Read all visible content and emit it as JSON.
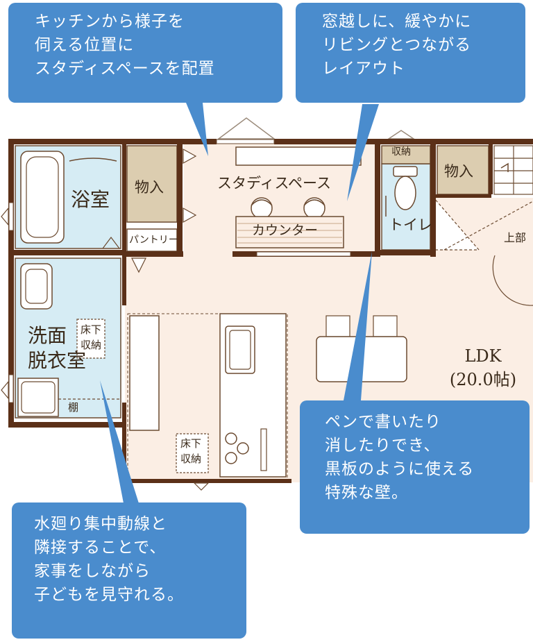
{
  "callouts": {
    "study_view": [
      "キッチンから様子を",
      "伺える位置に",
      "スタディスペースを配置"
    ],
    "window_layout": [
      "窓越しに、緩やかに",
      "リビングとつながる",
      "レイアウト"
    ],
    "chalkboard_wall": [
      "ペンで書いたり",
      "消したりでき、",
      "黒板のように使える",
      "特殊な壁。"
    ],
    "water_area": [
      "水廻り集中動線と",
      "隣接することで、",
      "家事をしながら",
      "子どもを見守れる。"
    ]
  },
  "rooms": {
    "bath": "浴室",
    "storage_left": "物入",
    "pantry": "パントリー",
    "study_space": "スタディスペース",
    "counter": "カウンター",
    "storage_top": "収納",
    "toilet": "トイレ",
    "storage_right": "物入",
    "upstairs": "上部",
    "washroom_line1": "洗面",
    "washroom_line2": "脱衣室",
    "underfloor_a_line1": "床下",
    "underfloor_a_line2": "収納",
    "shelf": "棚",
    "underfloor_b_line1": "床下",
    "underfloor_b_line2": "収納",
    "ldk": "LDK",
    "ldk_size": "(20.0帖)"
  },
  "colors": {
    "wall": "#5b3018",
    "water_room": "#d6ecf4",
    "storage": "#dccdb0",
    "floor_wood": "#fbeee4",
    "callout": "#4a8ccd",
    "callout_text": "#ffffff"
  }
}
